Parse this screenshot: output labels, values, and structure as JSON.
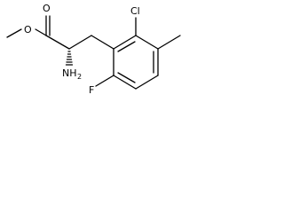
{
  "molecule": {
    "atoms": {
      "carbonyl_oxygen": "O",
      "ester_oxygen": "O",
      "chlorine": "Cl",
      "fluorine": "F",
      "amine": "NH",
      "amine_subscript": "2"
    },
    "colors": {
      "bond": "#000000",
      "text": "#000000",
      "background": "#ffffff"
    }
  }
}
